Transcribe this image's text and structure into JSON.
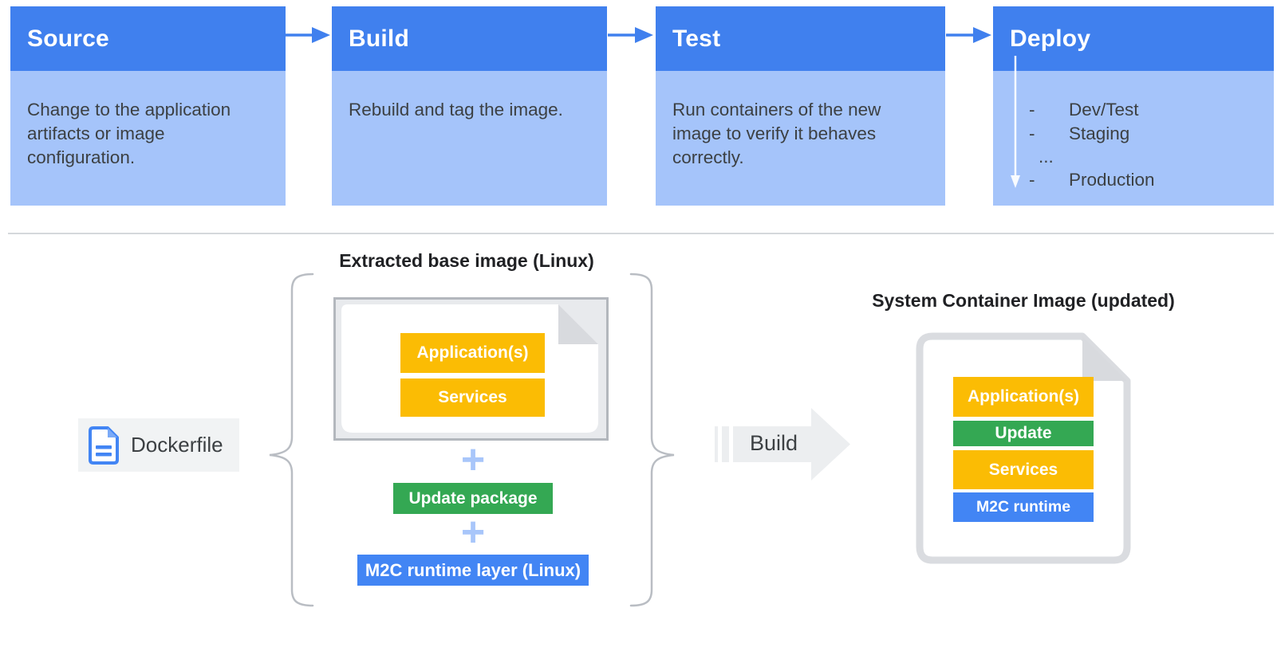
{
  "palette": {
    "header_blue": "#4080ee",
    "body_blue": "#a5c4fa",
    "arrow_blue": "#4080ee",
    "yellow": "#fbbc04",
    "green": "#34a853",
    "bar_blue": "#4285f4",
    "plus_blue": "#a8c6fa",
    "text_dark": "#3c4043",
    "title_dark": "#202124",
    "chip_gray": "#f1f3f4",
    "panel_gray": "#e8eaed",
    "doc_border_gray": "#dadce0",
    "build_arrow_gray": "#eceef0"
  },
  "pipeline": {
    "stages": [
      {
        "title": "Source",
        "description": "Change to the application artifacts or image configuration."
      },
      {
        "title": "Build",
        "description": "Rebuild and tag the image."
      },
      {
        "title": "Test",
        "description": "Run containers of the new image to verify it behaves correctly."
      },
      {
        "title": "Deploy",
        "description": ""
      }
    ],
    "deploy_items": [
      {
        "bullet": "-",
        "label": "Dev/Test"
      },
      {
        "bullet": "-",
        "label": "Staging"
      },
      {
        "bullet": "",
        "label": "..."
      },
      {
        "bullet": "-",
        "label": "Production"
      }
    ]
  },
  "assembly": {
    "dockerfile_label": "Dockerfile",
    "base_image_title": "Extracted base image (Linux)",
    "base_layers": [
      "Application(s)",
      "Services"
    ],
    "plus_sign": "+",
    "update_package_label": "Update package",
    "runtime_layer_label": "M2C runtime layer (Linux)",
    "build_label": "Build"
  },
  "result": {
    "title": "System Container Image (updated)",
    "layers": [
      {
        "label": "Application(s)",
        "color": "#fbbc04"
      },
      {
        "label": "Update",
        "color": "#34a853"
      },
      {
        "label": "Services",
        "color": "#fbbc04"
      },
      {
        "label": "M2C runtime",
        "color": "#4285f4"
      }
    ]
  }
}
